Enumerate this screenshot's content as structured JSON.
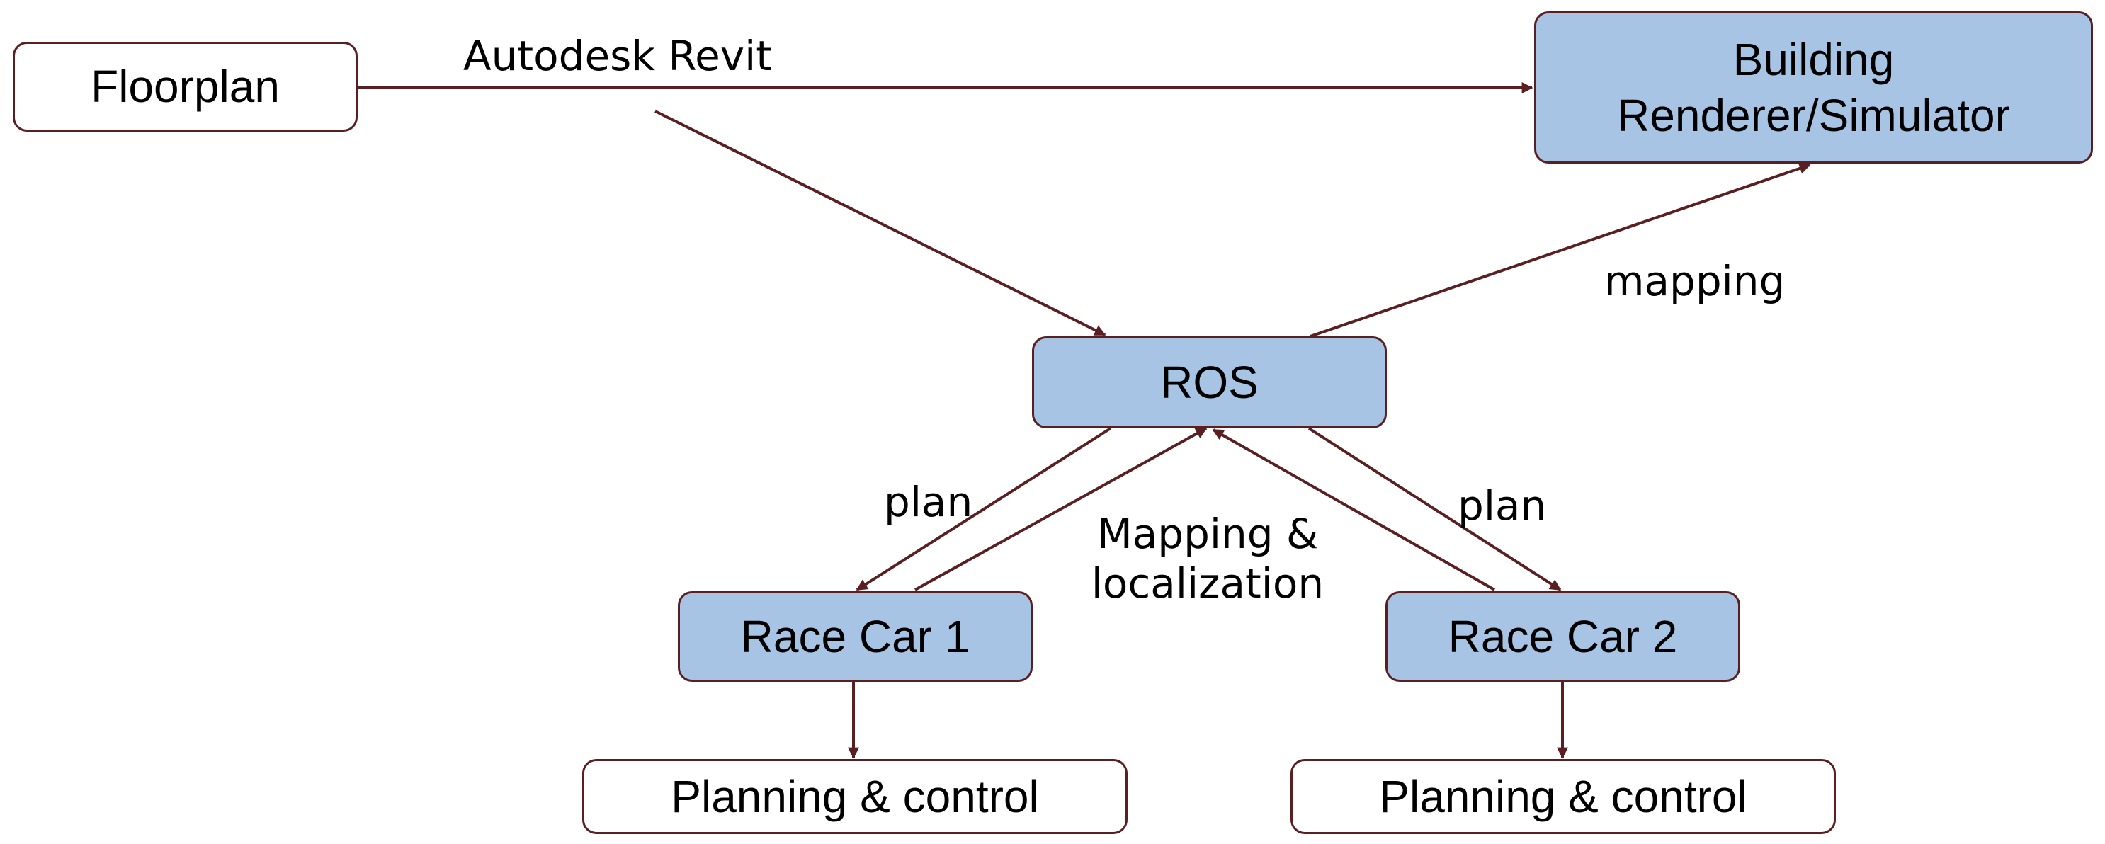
{
  "colors": {
    "box_fill": "#a8c4e5",
    "box_plain": "#ffffff",
    "stroke": "#5a1f20",
    "text": "#000000"
  },
  "nodes": {
    "floorplan": "Floorplan",
    "renderer_line1": "Building",
    "renderer_line2": "Renderer/Simulator",
    "ros": "ROS",
    "race_car_1": "Race Car 1",
    "race_car_2": "Race Car 2",
    "planning_1": "Planning & control",
    "planning_2": "Planning & control"
  },
  "edges": {
    "autodesk": "Autodesk Revit",
    "mapping": "mapping",
    "plan_left": "plan",
    "plan_right": "plan",
    "mapping_loc_line1": "Mapping &",
    "mapping_loc_line2": "localization"
  }
}
